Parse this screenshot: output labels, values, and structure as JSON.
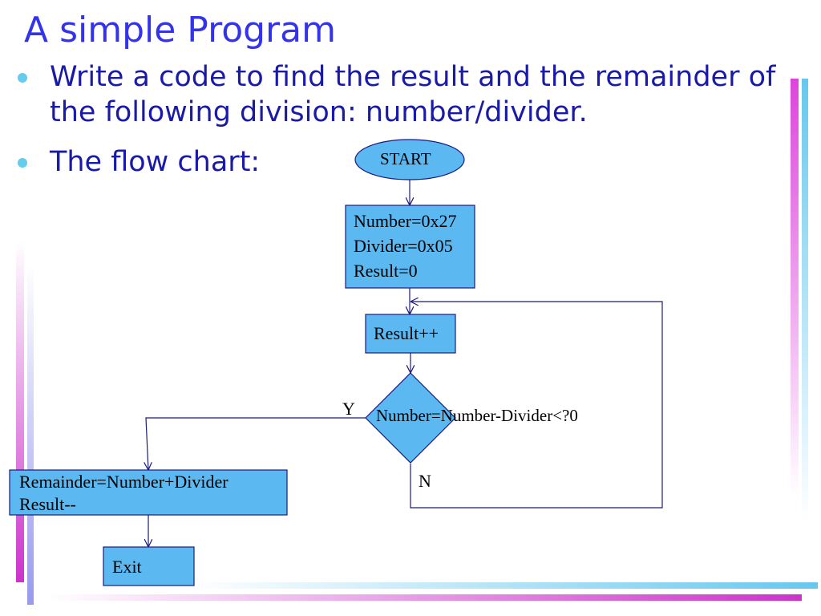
{
  "slide": {
    "title": "A simple Program",
    "bullets": [
      {
        "lines": [
          "Write a code to find the result and the remainder of",
          "the following division: number/divider."
        ]
      },
      {
        "lines": [
          "The flow chart:"
        ]
      }
    ]
  },
  "flowchart": {
    "start_label": "START",
    "init_lines": [
      "Number=0x27",
      "Divider=0x05",
      "Result=0"
    ],
    "increment_label": "Result++",
    "decision_label": "Number=Number-Divider<?0",
    "yes_label": "Y",
    "no_label": "N",
    "remainder_lines": [
      "Remainder=Number+Divider",
      "Result--"
    ],
    "exit_label": "Exit"
  },
  "colors": {
    "title": "#3333ee",
    "bullet_text": "#1a1aa8",
    "bullet_dot": "#66ccee",
    "shape_fill": "#5bb8f0",
    "shape_stroke": "#1a1a80",
    "accent_magenta": "#dd44dd",
    "accent_cyan": "#66c8ee"
  }
}
